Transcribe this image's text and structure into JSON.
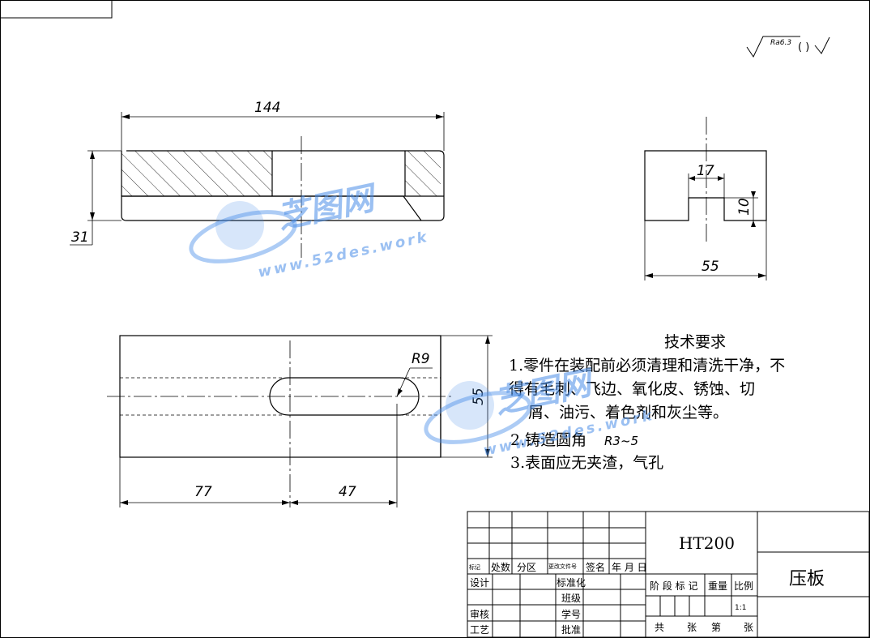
{
  "dims": {
    "length": "144",
    "height": "31",
    "width": "17",
    "depth": "10",
    "side_width": "55",
    "top_width": "55",
    "radius": "R9",
    "left_offset": "77",
    "slot_offset": "47"
  },
  "roughness": {
    "value": "Ra6.3",
    "suffix": "(   )"
  },
  "notes": {
    "title": "技术要求",
    "line1": "1.零件在装配前必须清理和清洗干净，不",
    "line2": "得有毛刺、飞边、氧化皮、锈蚀、切",
    "line3": "屑、油污、着色剂和灰尘等。",
    "line4a": "2.铸造圆角",
    "line4b": "R3~5",
    "line5": "3.表面应无夹渣，气孔"
  },
  "title_block": {
    "material": "HT200",
    "part_name": "压板",
    "mark": "标记",
    "count": "处数",
    "zone": "分区",
    "change_doc": "更改文件号",
    "sign": "签名",
    "date": "年 月 日",
    "design": "设计",
    "standard": "标准化",
    "class": "班级",
    "student_no": "学号",
    "review": "审核",
    "process": "工艺",
    "approve": "批准",
    "stage_mark": "阶 段 标 记",
    "weight": "重量",
    "ratio": "比例",
    "ratio_value": "1:1",
    "total": "共",
    "sheets": "张",
    "number": "第",
    "sheet": "张"
  },
  "watermark": {
    "brand": "芝图网",
    "url": "www.52des.work"
  }
}
